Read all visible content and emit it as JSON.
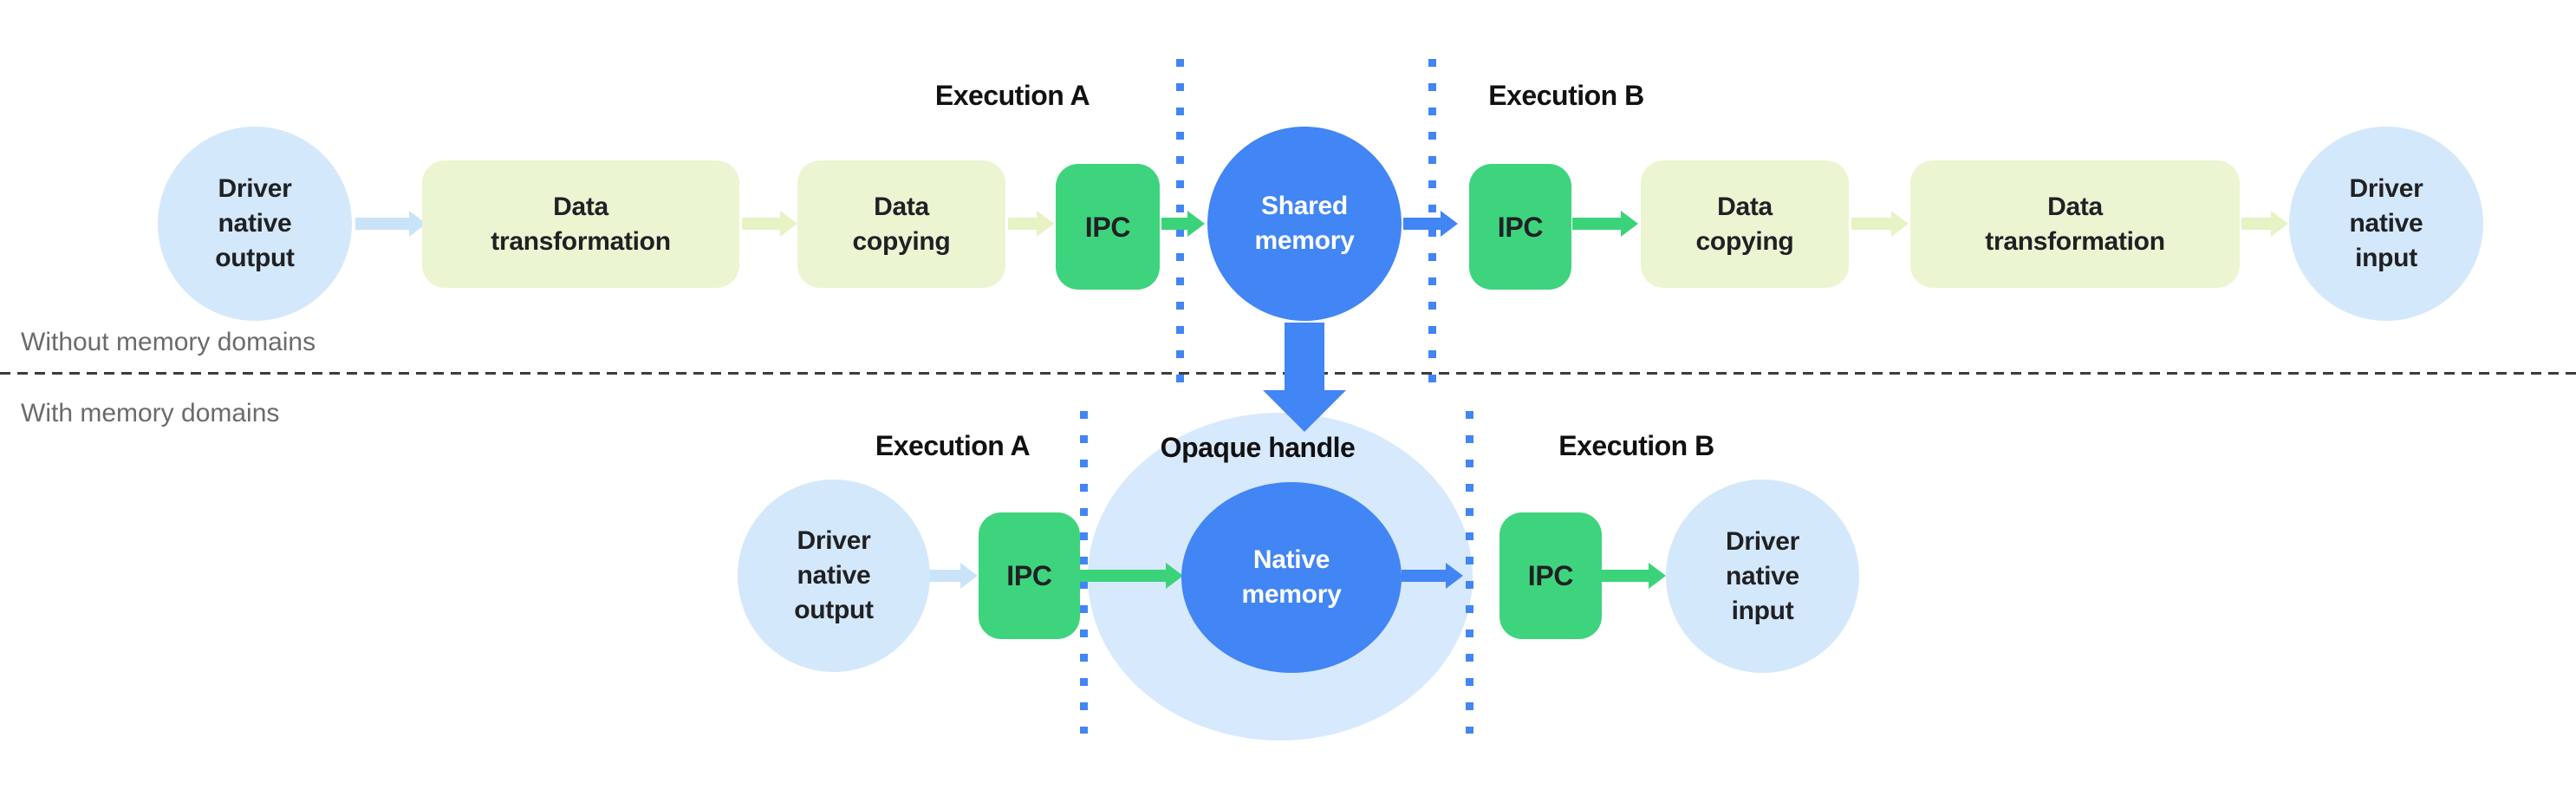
{
  "colors": {
    "node_light_blue": "#d4e8fb",
    "opaque_halo_blue": "#d7e9fc",
    "memory_blue": "#4285f4",
    "ipc_green": "#3ed47e",
    "process_pale_green": "#ecf5d2",
    "pale_green_arrow": "#e7f2c5",
    "light_blue_arrow": "#c9e4f9",
    "green_arrow": "#3bd37a",
    "boundary_dotted_blue": "#4285f4",
    "divider_dash_gray": "#3c3c3c",
    "section_label_gray": "#6b6b6b",
    "node_text_dark": "#202124",
    "memory_text_white": "#ffffff"
  },
  "top_section": {
    "section_label": "Without memory domains",
    "execution_a_label": "Execution A",
    "execution_b_label": "Execution B",
    "nodes": {
      "driver_native_output": "Driver\nnative\noutput",
      "data_transformation_a": "Data\ntransformation",
      "data_copying_a": "Data\ncopying",
      "ipc_a": "IPC",
      "shared_memory": "Shared\nmemory",
      "ipc_b": "IPC",
      "data_copying_b": "Data\ncopying",
      "data_transformation_b": "Data\ntransformation",
      "driver_native_input": "Driver\nnative\ninput"
    }
  },
  "bottom_section": {
    "section_label": "With memory domains",
    "execution_a_label": "Execution A",
    "execution_b_label": "Execution B",
    "opaque_handle_label": "Opaque handle",
    "nodes": {
      "driver_native_output": "Driver\nnative\noutput",
      "ipc_a": "IPC",
      "native_memory": "Native\nmemory",
      "ipc_b": "IPC",
      "driver_native_input": "Driver\nnative\ninput"
    }
  }
}
